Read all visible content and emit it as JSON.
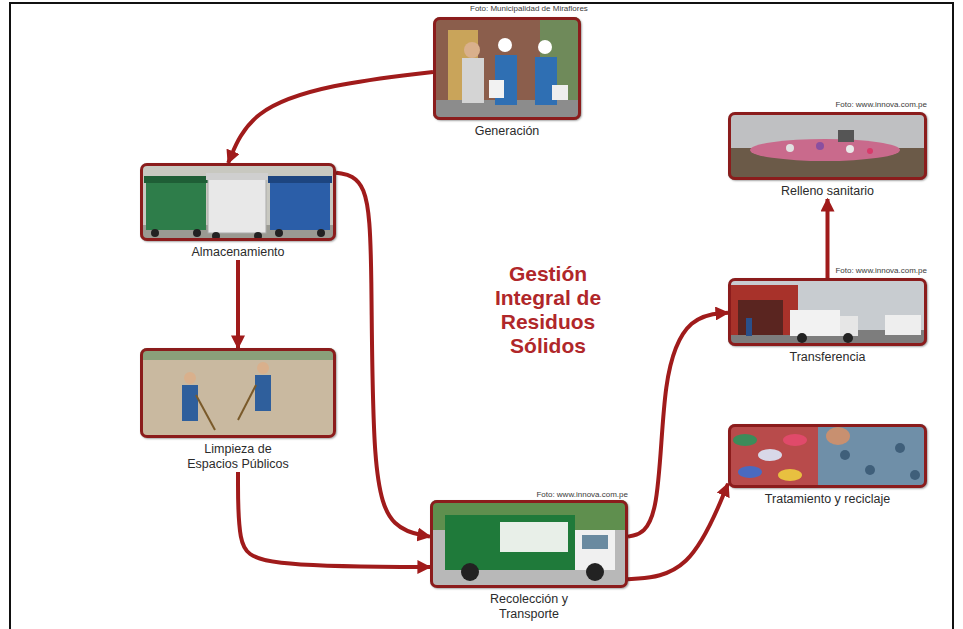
{
  "diagram": {
    "title": "Gestión Integral de Residuos Sólidos",
    "nodes": [
      {
        "text": [
          "Generación"
        ]
      },
      {
        "text": [
          "Almacenamiento"
        ]
      },
      {
        "text": [
          "Limpieza de Espacios Públicos"
        ]
      },
      {
        "text": [
          "Recolección y Transporte"
        ]
      },
      {
        "text": [
          "Relleno sanitario"
        ]
      },
      {
        "text": [
          "Transferencia"
        ]
      },
      {
        "text": [
          "Tratamiento y reciclaje"
        ]
      }
    ],
    "edges": [
      {
        "from": 0,
        "to": 1,
        "arrow": "to"
      },
      {
        "from": 1,
        "to": 2,
        "arrow": "to"
      },
      {
        "from": 1,
        "to": 3,
        "arrow": "to"
      },
      {
        "from": 2,
        "to": 3,
        "arrow": "to"
      },
      {
        "from": 3,
        "to": 5,
        "arrow": "to"
      },
      {
        "from": 5,
        "to": 4,
        "arrow": "to"
      },
      {
        "from": 3,
        "to": 6,
        "arrow": "to"
      }
    ],
    "labels": [
      "Foto: Municipalidad de Miraflores",
      "Foto: www.innova.com.pe",
      "Foto: www.innova.com.pe",
      "Foto: www.innova.com.pe"
    ]
  }
}
